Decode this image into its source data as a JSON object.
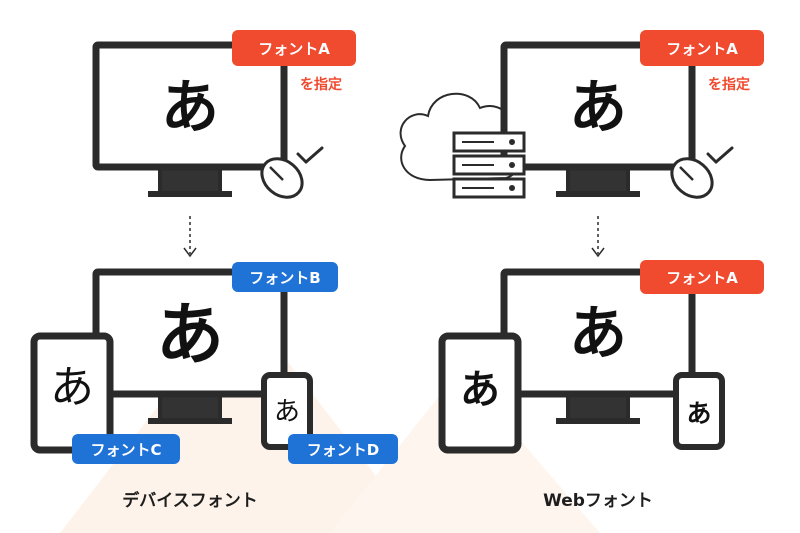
{
  "left": {
    "top_tag": "フォントA",
    "top_note": "を指定",
    "top_glyph": "あ",
    "monitor_glyph": "あ",
    "tablet_glyph": "あ",
    "phone_glyph": "あ",
    "tag_b": "フォントB",
    "tag_c": "フォントC",
    "tag_d": "フォントD",
    "caption": "デバイスフォント"
  },
  "right": {
    "top_tag": "フォントA",
    "top_note": "を指定",
    "top_glyph": "あ",
    "bottom_tag": "フォントA",
    "monitor_glyph": "あ",
    "tablet_glyph": "あ",
    "phone_glyph": "あ",
    "caption": "Webフォント"
  },
  "colors": {
    "accent_red": "#f04a2f",
    "accent_blue": "#1f72d6",
    "outline": "#2b2b2b",
    "shadow": "#fdf3ea"
  },
  "icons": [
    "computer-mouse-icon",
    "cloud-icon",
    "server-rack-icon",
    "down-arrow-icon"
  ]
}
